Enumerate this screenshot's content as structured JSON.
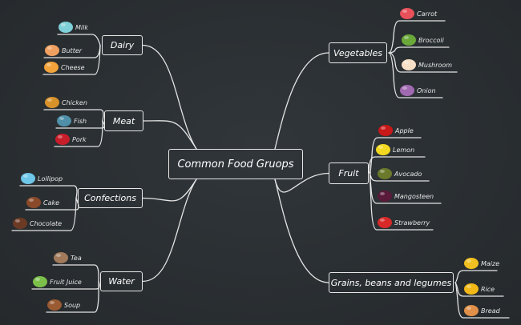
{
  "center": {
    "label": "Common Food Gruops"
  },
  "branches": [
    {
      "id": "dairy",
      "label": "Dairy",
      "items": [
        {
          "label": "Milk",
          "icon": "milk-icon",
          "color": "#7fd0d8"
        },
        {
          "label": "Butter",
          "icon": "cake-slice-icon",
          "color": "#f0a060"
        },
        {
          "label": "Cheese",
          "icon": "cracker-icon",
          "color": "#f2a33a"
        }
      ]
    },
    {
      "id": "meat",
      "label": "Meat",
      "items": [
        {
          "label": "Chicken",
          "icon": "roast-chicken-icon",
          "color": "#d8922a"
        },
        {
          "label": "Fish",
          "icon": "fish-icon",
          "color": "#4f8fa8"
        },
        {
          "label": "Pork",
          "icon": "meat-icon",
          "color": "#c81e2a"
        }
      ]
    },
    {
      "id": "confections",
      "label": "Confections",
      "items": [
        {
          "label": "Lollipop",
          "icon": "lollipop-icon",
          "color": "#6ec6e8"
        },
        {
          "label": "Cake",
          "icon": "cake-icon",
          "color": "#8a4a2a"
        },
        {
          "label": "Chocolate",
          "icon": "chocolate-icon",
          "color": "#6b3a24"
        }
      ]
    },
    {
      "id": "water",
      "label": "Water",
      "items": [
        {
          "label": "Tea",
          "icon": "teapot-icon",
          "color": "#a07a5a"
        },
        {
          "label": "Fruit Juice",
          "icon": "coconut-juice-icon",
          "color": "#7cc04a"
        },
        {
          "label": "Soup",
          "icon": "soup-bowl-icon",
          "color": "#9a5a32"
        }
      ]
    },
    {
      "id": "vegetables",
      "label": "Vegetables",
      "items": [
        {
          "label": "Carrot",
          "icon": "carrot-icon",
          "color": "#e8505a"
        },
        {
          "label": "Broccoli",
          "icon": "broccoli-icon",
          "color": "#6aa83a"
        },
        {
          "label": "Mushroom",
          "icon": "mushroom-icon",
          "color": "#f6e0c8"
        },
        {
          "label": "Onion",
          "icon": "onion-icon",
          "color": "#a06ab0"
        }
      ]
    },
    {
      "id": "fruit",
      "label": "Fruit",
      "items": [
        {
          "label": "Apple",
          "icon": "apple-icon",
          "color": "#c81818"
        },
        {
          "label": "Lemon",
          "icon": "lemon-icon",
          "color": "#f2d820"
        },
        {
          "label": "Avocado",
          "icon": "avocado-icon",
          "color": "#6a7a2a"
        },
        {
          "label": "Mangosteen",
          "icon": "mangosteen-icon",
          "color": "#5a1a3a"
        },
        {
          "label": "Strawberry",
          "icon": "strawberry-icon",
          "color": "#d82828"
        }
      ]
    },
    {
      "id": "grains",
      "label": "Grains, beans and legumes",
      "items": [
        {
          "label": "Maize",
          "icon": "corn-icon",
          "color": "#f2c020"
        },
        {
          "label": "Rice",
          "icon": "rice-bowl-icon",
          "color": "#f2b818"
        },
        {
          "label": "Bread",
          "icon": "bread-icon",
          "color": "#e09048"
        }
      ]
    }
  ]
}
